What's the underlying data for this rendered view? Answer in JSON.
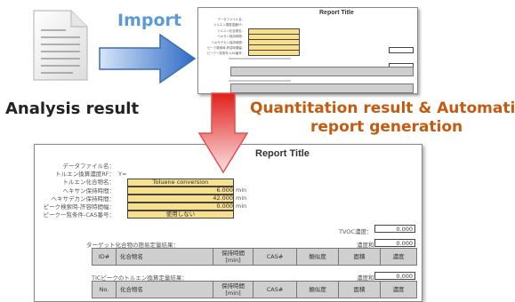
{
  "import_label": "Import",
  "analysis_label": "Analysis result",
  "quant_label_line1": "Quantitation result & Automatic",
  "quant_label_line2": "report generation",
  "report": {
    "title": "Report Title",
    "fields": [
      {
        "label": "データファイル名：",
        "value": ""
      },
      {
        "label": "トルエン換算濃度RF：",
        "value": "",
        "prefix": "Y="
      },
      {
        "label": "トルエン化合物名：",
        "value": "Toluene conversion"
      },
      {
        "label": "ヘキサン保持時間：",
        "value": "6.000",
        "unit": "min"
      },
      {
        "label": "ヘキサデカン保持時間：",
        "value": "42.000",
        "unit": "min"
      },
      {
        "label": "ピーク検索時-許容時間幅：",
        "value": "0.000",
        "unit": "min"
      },
      {
        "label": "ピーク一覧条件-CAS番号：",
        "value": "使用しない"
      }
    ],
    "tvoc_label": "TVOC濃度：",
    "tvoc_value": "0.000",
    "target_heading": "ターゲット化合物の簡易定量結果：",
    "density_label": "濃度和",
    "target_sum": "0.000",
    "target_columns": [
      "ID#",
      "化合物名",
      "保持時間\n[min]",
      "CAS#",
      "類似度",
      "面積",
      "濃度"
    ],
    "tic_heading": "TICピークのトルエン換算定量結果：",
    "tic_sum": "0.000",
    "tic_columns": [
      "No.",
      "化合物名",
      "保持時間\n[min]",
      "CAS#",
      "類似度",
      "面積",
      "濃度"
    ]
  },
  "colors": {
    "import_text": "#5b9bd5",
    "quant_text": "#c55a11",
    "field_fill": "#f8e08e"
  }
}
